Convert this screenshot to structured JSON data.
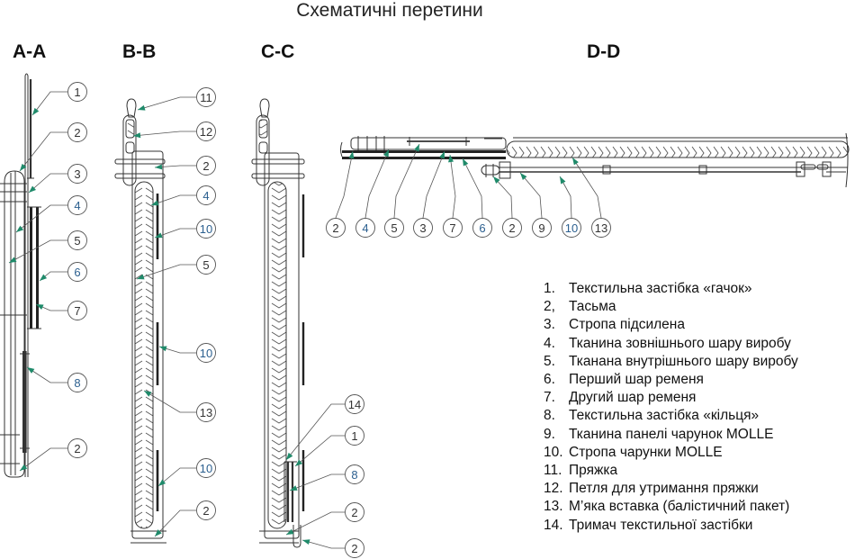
{
  "title": "Схематичні перетини",
  "sections": [
    {
      "id": "A-A",
      "label": "A-A"
    },
    {
      "id": "B-B",
      "label": "B-B"
    },
    {
      "id": "C-C",
      "label": "C-C"
    },
    {
      "id": "D-D",
      "label": "D-D"
    }
  ],
  "callouts": {
    "A-A": [
      "1",
      "2",
      "3",
      "4",
      "5",
      "6",
      "7",
      "8",
      "2"
    ],
    "B-B": [
      "11",
      "12",
      "2",
      "4",
      "10",
      "5",
      "10",
      "13",
      "10",
      "2"
    ],
    "C-C": [
      "14",
      "1",
      "8",
      "2",
      "2"
    ],
    "D-D": [
      "2",
      "4",
      "5",
      "3",
      "7",
      "6",
      "2",
      "9",
      "10",
      "13"
    ]
  },
  "legend": [
    {
      "num": "1.",
      "text": "Текстильна застібка «гачок»"
    },
    {
      "num": "2,",
      "text": "Тасьма"
    },
    {
      "num": "3.",
      "text": "Стропа підсилена"
    },
    {
      "num": "4.",
      "text": "Тканина зовнішнього шару виробу"
    },
    {
      "num": "5.",
      "text": "Тканана внутрішнього шару виробу"
    },
    {
      "num": "6.",
      "text": "Перший шар ременя"
    },
    {
      "num": "7.",
      "text": "Другий шар ременя"
    },
    {
      "num": "8.",
      "text": "Текстильна застібка «кільця»"
    },
    {
      "num": "9.",
      "text": "Тканина панелі чарунок MOLLE"
    },
    {
      "num": "10.",
      "text": "Стропа чарунки MOLLE"
    },
    {
      "num": "11.",
      "text": "Пряжка"
    },
    {
      "num": "12.",
      "text": "Петля для утримання пряжки"
    },
    {
      "num": "13.",
      "text": "М’яка вставка (балістичний пакет)"
    },
    {
      "num": "14.",
      "text": "Тримач текстильної застібки"
    }
  ],
  "colors": {
    "line": "#333333",
    "arrow": "#1f8a6a",
    "callout_text": "#333333",
    "callout_text_blue": "#2b5f8f"
  }
}
